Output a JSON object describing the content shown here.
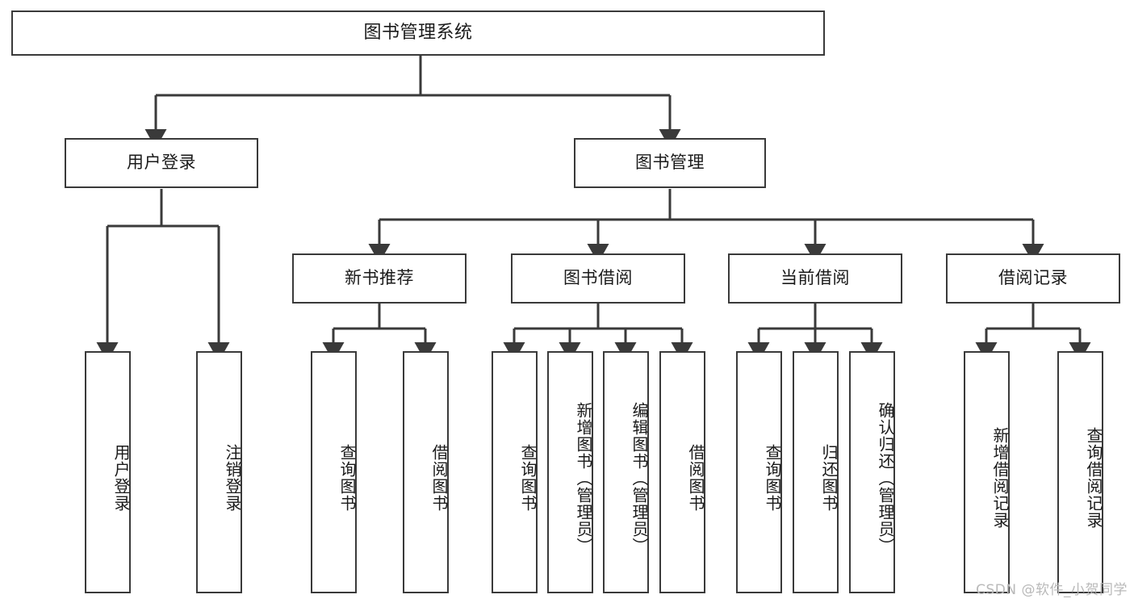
{
  "diagram": {
    "title": "图书管理系统",
    "type": "functional-structure-tree",
    "watermark": "CSDN @软件_小贺同学",
    "colors": {
      "background": "#ffffff",
      "node_border": "#3a3a3a",
      "node_fill": "#ffffff",
      "edge": "#3a3a3a",
      "text": "#1a1a1a",
      "watermark": "#b9b9b9"
    },
    "levels": {
      "root": {
        "label": "图书管理系统"
      },
      "level1": [
        {
          "label": "用户登录"
        },
        {
          "label": "图书管理"
        }
      ],
      "level2": [
        {
          "label": "新书推荐"
        },
        {
          "label": "图书借阅"
        },
        {
          "label": "当前借阅"
        },
        {
          "label": "借阅记录"
        }
      ],
      "leaves": {
        "user_login": [
          {
            "label": "用户登录"
          },
          {
            "label": "注销登录"
          }
        ],
        "new_book_recommend": [
          {
            "label": "查询图书"
          },
          {
            "label": "借阅图书"
          }
        ],
        "book_borrow": [
          {
            "label": "查询图书"
          },
          {
            "label": "新增图书（管理员）"
          },
          {
            "label": "编辑图书（管理员）"
          },
          {
            "label": "借阅图书"
          }
        ],
        "current_borrow": [
          {
            "label": "查询图书"
          },
          {
            "label": "归还图书"
          },
          {
            "label": "确认归还（管理员）"
          }
        ],
        "borrow_record": [
          {
            "label": "新增借阅记录"
          },
          {
            "label": "查询借阅记录"
          }
        ]
      }
    }
  }
}
